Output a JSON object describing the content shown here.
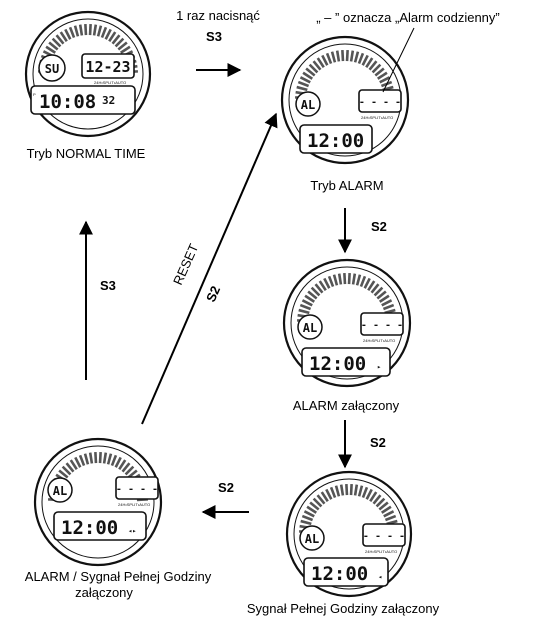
{
  "labels": {
    "normal_time": "Tryb NORMAL TIME",
    "alarm_mode": "Tryb ALARM",
    "alarm_on": "ALARM załączony",
    "chime_on": "Sygnał Pełnej Godziny załączony",
    "alarm_chime_line1": "ALARM / Sygnał Pełnej Godziny",
    "alarm_chime_line2": "załączony",
    "press_once": "1 raz nacisnąć",
    "dash_note": "„ – ” oznacza „Alarm codzienny”"
  },
  "buttons": {
    "s3_top": "S3",
    "s2_down1": "S2",
    "s2_down2": "S2",
    "s2_left": "S2",
    "s3_up": "S3",
    "s2_diag": "S2",
    "reset": "RESET"
  },
  "watch_normal": {
    "day": "SU",
    "date": "12-23",
    "p_mark": "P",
    "time": "10:08",
    "seconds": "32",
    "mode_text": "24H•SPLIT•AUTO"
  },
  "watch_alarm": {
    "badge": "AL",
    "dashes": "- - - -",
    "mode_text": "24H•SPLIT•AUTO",
    "time": "12:00"
  },
  "watch_alarm_on": {
    "badge": "AL",
    "dashes": "- - - -",
    "mode_text": "24H•SPLIT•AUTO",
    "time": "12:00",
    "indicator": "▸"
  },
  "watch_chime_on": {
    "badge": "AL",
    "dashes": "- - - -",
    "mode_text": "24H•SPLIT•AUTO",
    "time": "12:00",
    "indicator": "◂"
  },
  "watch_both_on": {
    "badge": "AL",
    "dashes": "- - - -",
    "mode_text": "24H•SPLIT•AUTO",
    "time": "12:00",
    "indicator": "◂▸"
  }
}
